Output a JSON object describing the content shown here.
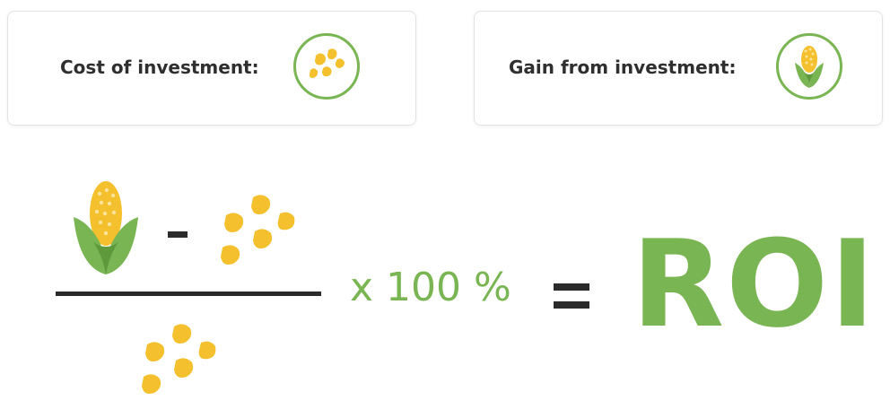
{
  "cards": {
    "cost": {
      "label": "Cost of investment:",
      "icon": "corn-kernels-icon"
    },
    "gain": {
      "label": "Gain from investment:",
      "icon": "corn-cob-icon"
    }
  },
  "formula": {
    "multiplier": "x 100 %",
    "result": "ROI"
  },
  "colors": {
    "green": "#7ab553",
    "kernel_yellow": "#f5c02d",
    "dark": "#2b2b2b"
  }
}
